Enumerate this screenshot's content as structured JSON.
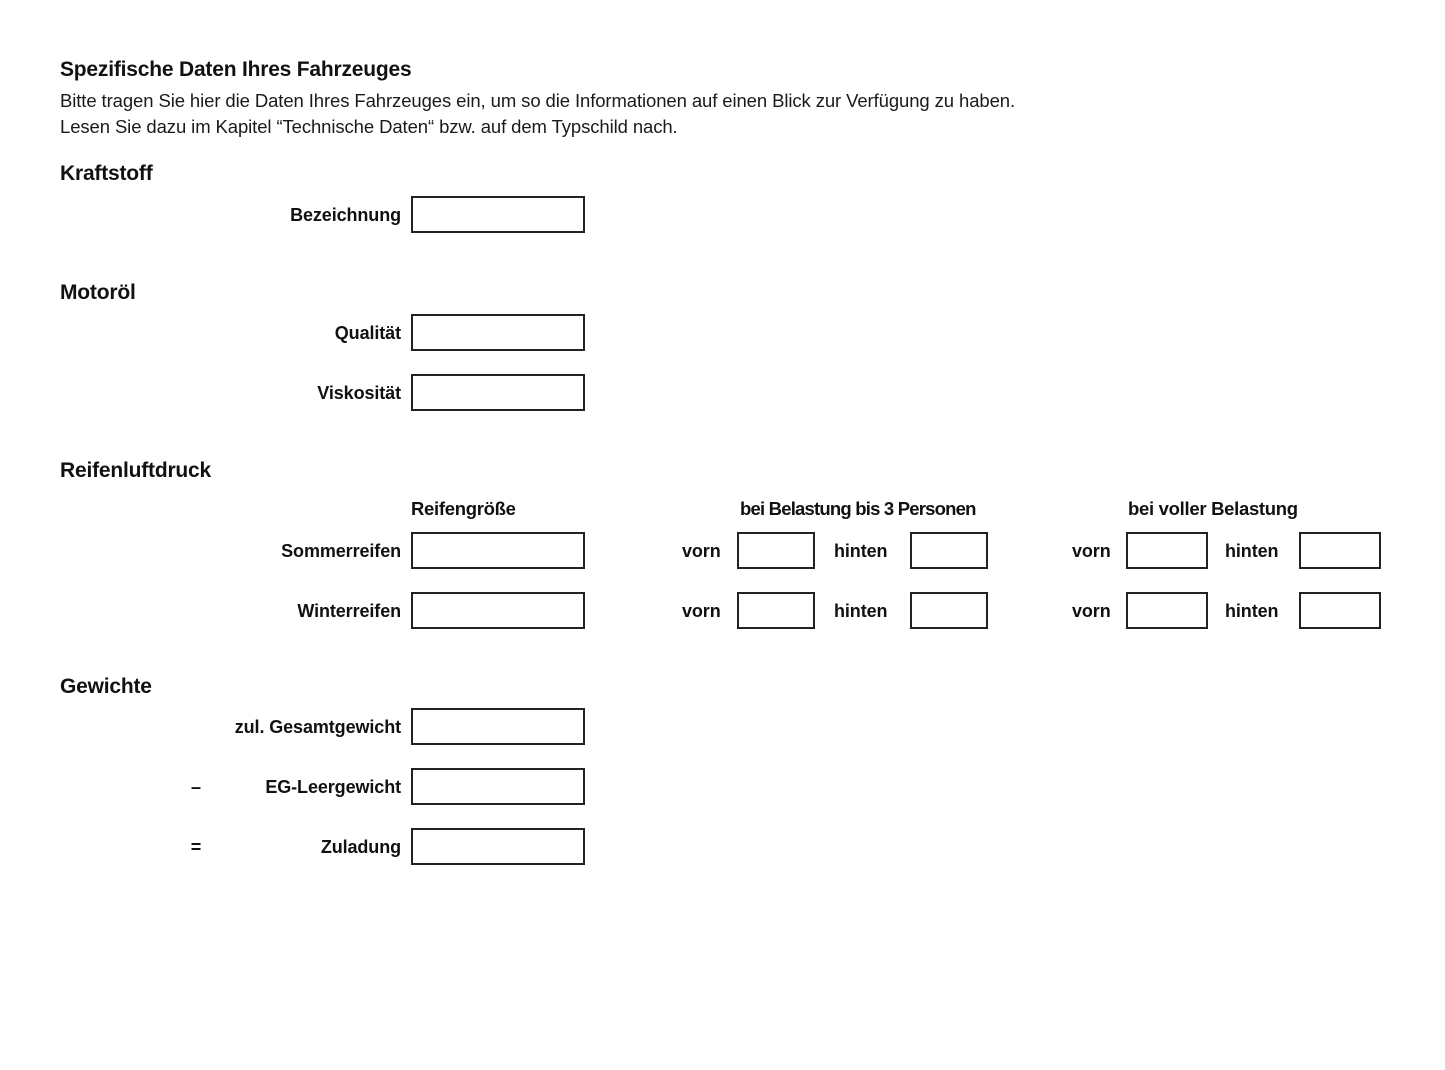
{
  "document": {
    "intro": {
      "title": "Spezifische Daten Ihres Fahrzeuges",
      "line1": "Bitte tragen Sie hier die Daten Ihres Fahrzeuges ein, um so die Informationen auf einen Blick zur Verfügung zu haben.",
      "line2": "Lesen Sie dazu im Kapitel “Technische Daten“ bzw. auf dem Typschild nach."
    },
    "sections": {
      "kraftstoff": {
        "heading": "Kraftstoff",
        "fields": [
          {
            "label": "Bezeichnung",
            "value": ""
          }
        ]
      },
      "motoroel": {
        "heading": "Motoröl",
        "fields": [
          {
            "label": "Qualität",
            "value": ""
          },
          {
            "label": "Viskosität",
            "value": ""
          }
        ]
      },
      "reifenluftdruck": {
        "heading": "Reifenluftdruck",
        "columns": {
          "size": "Reifengröße",
          "load_3_persons": "bei Belastung bis 3 Personen",
          "load_full": "bei voller Belastung"
        },
        "position_labels": {
          "front": "vorn",
          "rear": "hinten"
        },
        "rows": [
          {
            "label": "Sommerreifen",
            "size": "",
            "load3_front": "",
            "load3_rear": "",
            "full_front": "",
            "full_rear": ""
          },
          {
            "label": "Winterreifen",
            "size": "",
            "load3_front": "",
            "load3_rear": "",
            "full_front": "",
            "full_rear": ""
          }
        ]
      },
      "gewichte": {
        "heading": "Gewichte",
        "rows": [
          {
            "operator": "",
            "label": "zul. Gesamtgewicht",
            "value": ""
          },
          {
            "operator": "–",
            "label": "EG-Leergewicht",
            "value": ""
          },
          {
            "operator": "=",
            "label": "Zuladung",
            "value": ""
          }
        ]
      }
    }
  }
}
